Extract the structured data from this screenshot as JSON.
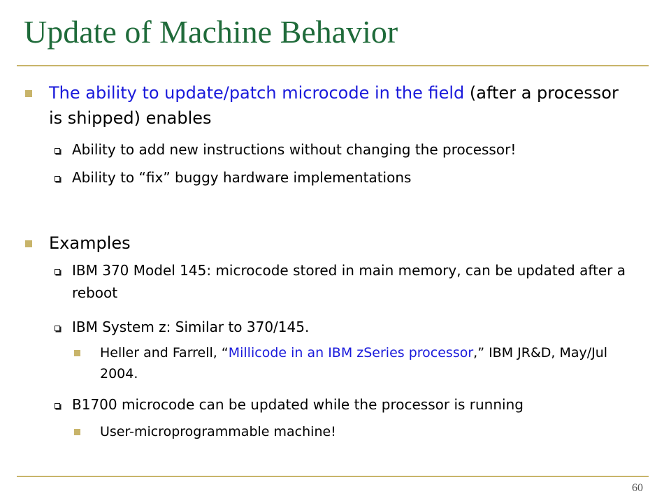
{
  "slide": {
    "title": "Update of Machine Behavior",
    "page_number": "60",
    "bullets": {
      "b1": {
        "highlight": "The ability to update/patch microcode in the field",
        "rest": " (after a processor is shipped) enables",
        "sub1": "Ability to add new instructions without changing the processor!",
        "sub2": "Ability to “fix” buggy hardware implementations"
      },
      "b2": {
        "text": "Examples",
        "sub1": "IBM 370 Model 145: microcode stored in main memory, can be updated after a reboot",
        "sub2": "IBM System z: Similar to 370/145.",
        "sub2_detail": {
          "prefix": "Heller and Farrell, “",
          "link": "Millicode in an IBM zSeries processor",
          "suffix": ",” IBM JR&D, May/Jul 2004."
        },
        "sub3": "B1700 microcode can be updated while the processor is running",
        "sub3_detail": "User-microprogrammable machine!"
      }
    }
  },
  "colors": {
    "title": "#1f6b3a",
    "rule": "#c8b46a",
    "bullet": "#c8b46a",
    "highlight": "#1a1adb"
  }
}
